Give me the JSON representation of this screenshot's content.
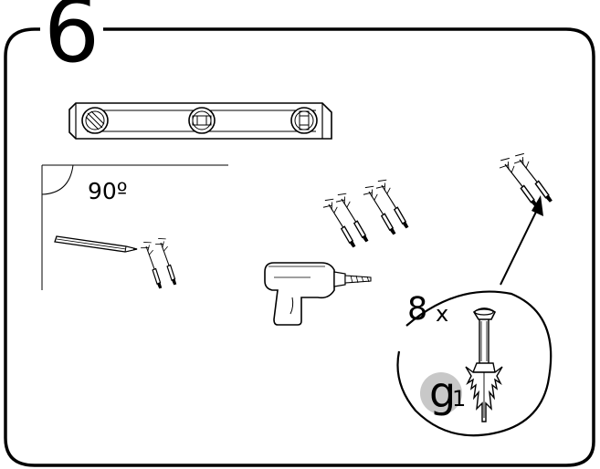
{
  "step": {
    "number": "6"
  },
  "wall_marking": {
    "angle_label": "90º"
  },
  "fastener_callout": {
    "quantity": "8",
    "multiplier": "x",
    "part_letter": "g",
    "part_index": "1"
  },
  "icons": {
    "level": "spirit-level-icon",
    "pencil": "pencil-icon",
    "drill": "power-drill-icon",
    "plug": "wall-plug-icon",
    "arrow": "arrow-icon"
  },
  "colors": {
    "line": "#000000",
    "badge": "#c8c8c8",
    "background": "#ffffff"
  }
}
